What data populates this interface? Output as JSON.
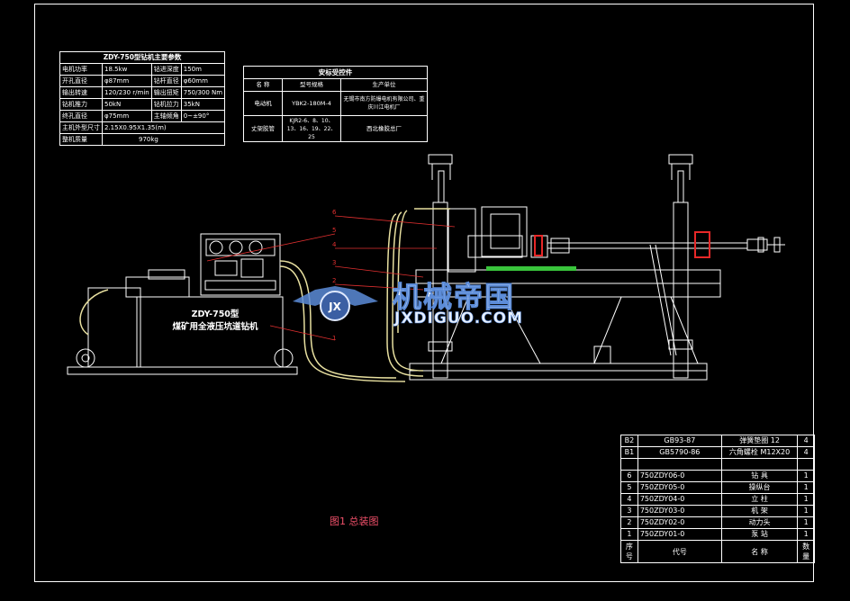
{
  "params_table": {
    "title": "ZDY-750型钻机主要参数",
    "rows": [
      [
        "电机功率",
        "18.5kw",
        "钻进深度",
        "150m"
      ],
      [
        "开孔直径",
        "φ87mm",
        "钻杆直径",
        "φ60mm"
      ],
      [
        "输出转速",
        "120/230 r/min",
        "输出扭矩",
        "750/300 Nm"
      ],
      [
        "钻机推力",
        "50kN",
        "钻机拉力",
        "35kN"
      ],
      [
        "终孔直径",
        "φ75mm",
        "主轴倾角",
        "0~±90°"
      ]
    ],
    "size_label": "主机外型尺寸",
    "size_value": "2.15X0.95X1.35(m)",
    "weight_label": "整机质量",
    "weight_value": "970kg"
  },
  "parts_table": {
    "title": "安标受控件",
    "headers": [
      "名 称",
      "型号规格",
      "生产单位"
    ],
    "rows": [
      [
        "电动机",
        "YBK2-180M-4",
        "无锡市南方防爆电机有限公司、重庆川江电机厂"
      ],
      [
        "丈架胶管",
        "KJR2-6、8、10、13、16、19、22、25",
        "西北橡胶总厂"
      ]
    ]
  },
  "bom_table": {
    "std_rows": [
      [
        "B2",
        "GB93-87",
        "弹簧垫圈 12",
        "4"
      ],
      [
        "B1",
        "GB5790-86",
        "六角螺栓 M12X20",
        "4"
      ]
    ],
    "rows": [
      [
        "6",
        "750ZDY06-0",
        "钻 具",
        "1"
      ],
      [
        "5",
        "750ZDY05-0",
        "操纵台",
        "1"
      ],
      [
        "4",
        "750ZDY04-0",
        "立 柱",
        "1"
      ],
      [
        "3",
        "750ZDY03-0",
        "机 架",
        "1"
      ],
      [
        "2",
        "750ZDY02-0",
        "动力头",
        "1"
      ],
      [
        "1",
        "750ZDY01-0",
        "泵 站",
        "1"
      ]
    ],
    "headers": [
      "序号",
      "代号",
      "名 称",
      "数量"
    ]
  },
  "caption": "图1  总装图",
  "machine_label": {
    "model": "ZDY-750型",
    "name": "煤矿用全液压坑道钻机"
  },
  "callouts": [
    "6",
    "5",
    "4",
    "3",
    "2",
    "1"
  ],
  "watermark": {
    "brand": "机械帝国",
    "url": "JXDIGUO.COM",
    "emblem_text": "JX"
  },
  "colors": {
    "background": "#000000",
    "lines": "#ffffff",
    "callout": "#e23030",
    "hose": "#e8e0a0",
    "green_part": "#39c43c",
    "red_part": "#e82828",
    "caption": "#f0506a",
    "logo": "#5c8cd8"
  }
}
